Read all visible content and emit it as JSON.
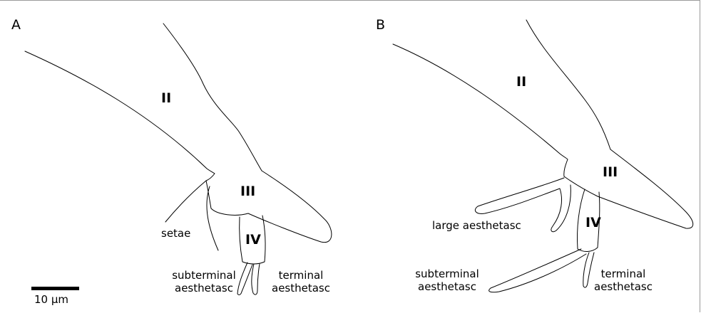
{
  "panels": {
    "a": {
      "letter": "A",
      "segments": {
        "second": "II",
        "third": "III",
        "fourth": "IV"
      },
      "labels": {
        "setae": "setae",
        "subterminal_line1": "subterminal",
        "subterminal_line2": "aesthetasc",
        "terminal_line1": "terminal",
        "terminal_line2": "aesthetasc"
      }
    },
    "b": {
      "letter": "B",
      "segments": {
        "second": "II",
        "third": "III",
        "fourth": "IV"
      },
      "labels": {
        "large": "large aesthetasc",
        "subterminal_line1": "subterminal",
        "subterminal_line2": "aesthetasc",
        "terminal_line1": "terminal",
        "terminal_line2": "aesthetasc"
      }
    }
  },
  "scale_bar": {
    "label": "10 µm"
  },
  "colors": {
    "stroke": "#000000",
    "background": "#ffffff",
    "frame": "#9a9a9a"
  }
}
